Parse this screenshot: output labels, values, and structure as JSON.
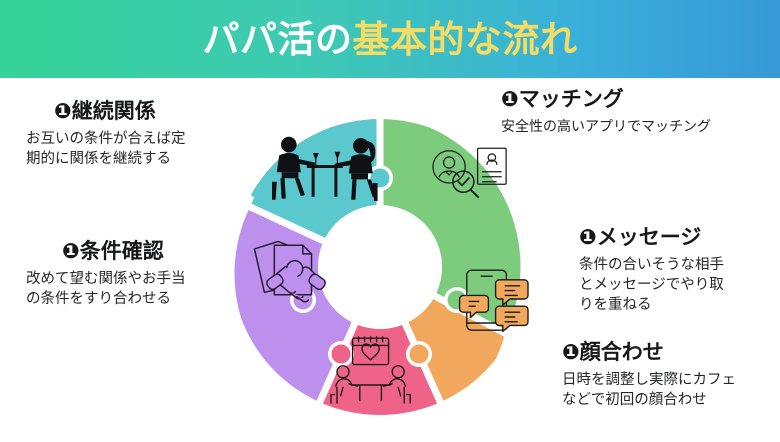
{
  "header": {
    "title_part1": "パパ活の",
    "title_part2": "基本的な流れ",
    "gradient_from": "#35d398",
    "gradient_to": "#3799d6",
    "title_color_1": "#ffffff",
    "title_color_2": "#f5dc64"
  },
  "steps": [
    {
      "id": "matching",
      "bullet": "❶",
      "heading": "マッチング",
      "body": "安全性の高いアプリでマッチング",
      "color": "#7dcb7d",
      "icon": "profile-verify-icon"
    },
    {
      "id": "message",
      "bullet": "❶",
      "heading": "メッセージ",
      "body": "条件の合いそうな相手とメッセージでやり取りを重ねる",
      "color": "#f2a85c",
      "icon": "phone-chat-icon"
    },
    {
      "id": "face-to-face",
      "bullet": "❶",
      "heading": "顔合わせ",
      "body": "日時を調整し実際にカフェなどで初回の顔合わせ",
      "color": "#f06389",
      "icon": "cafe-meeting-icon"
    },
    {
      "id": "condition-check",
      "bullet": "❶",
      "heading": "条件確認",
      "body": "改めて望む関係やお手当の条件をすり合わせる",
      "color": "#be90ee",
      "icon": "handshake-document-icon"
    },
    {
      "id": "continuing",
      "bullet": "❶",
      "heading": "継続関係",
      "body": "お互いの条件が合えば定期的に関係を継続する",
      "color": "#5bc8ce",
      "icon": "dinner-date-icon"
    }
  ],
  "text_blocks": {
    "continuing": {
      "heading_bullet": "❶継続関係",
      "line1": "お互いの条件が合えば定",
      "line2": "期的に関係を継続する"
    },
    "condition_check": {
      "heading_bullet": "❶条件確認",
      "line1": "改めて望む関係やお手当",
      "line2": "の条件をすり合わせる"
    },
    "matching": {
      "heading_bullet": "❶マッチング",
      "line1": "安全性の高いアプリでマッチング"
    },
    "message": {
      "heading_bullet": "❶メッセージ",
      "line1": "条件の合いそうな相手",
      "line2": "とメッセージでやり取",
      "line3": "りを重ねる"
    },
    "face_to_face": {
      "heading_bullet": "❶顔合わせ",
      "line1": "日時を調整し実際にカフェ",
      "line2": "などで初回の顔合わせ"
    }
  },
  "wheel": {
    "background": "#ffffff",
    "center_color": "#ffffff",
    "segment_gap_color": "#ffffff"
  }
}
